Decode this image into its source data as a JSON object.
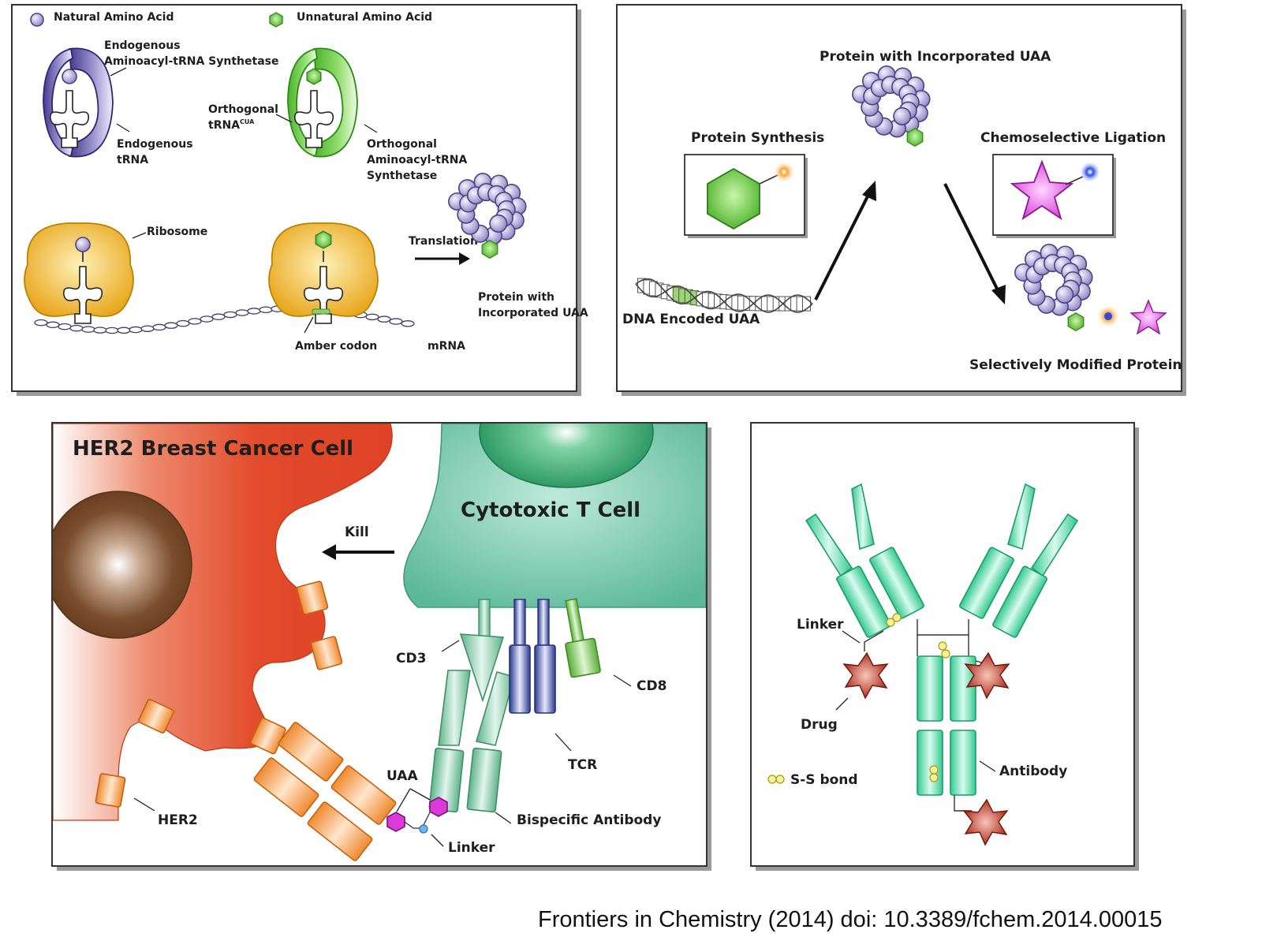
{
  "panel_a": {
    "legend_natural": "Natural Amino Acid",
    "legend_unnatural": "Unnatural Amino Acid",
    "endogenous_synthetase_line1": "Endogenous",
    "endogenous_synthetase_line2": "Aminoacyl-tRNA Synthetase",
    "endogenous_trna_line1": "Endogenous",
    "endogenous_trna_line2": "tRNA",
    "orthogonal_trna_line1": "Orthogonal",
    "orthogonal_trna_line2": "tRNA",
    "orthogonal_trna_sup": "CUA",
    "orthogonal_synth_line1": "Orthogonal",
    "orthogonal_synth_line2": "Aminoacyl-tRNA",
    "orthogonal_synth_line3": "Synthetase",
    "ribosome": "Ribosome",
    "translation": "Translation",
    "protein_line1": "Protein with",
    "protein_line2": "Incorporated UAA",
    "amber_codon": "Amber codon",
    "mrna": "mRNA"
  },
  "panel_b": {
    "protein_title": "Protein with Incorporated UAA",
    "protein_synthesis": "Protein Synthesis",
    "chemoselective_ligation": "Chemoselective Ligation",
    "dna_encoded": "DNA Encoded UAA",
    "modified_protein": "Selectively Modified Protein"
  },
  "panel_c": {
    "cancer_cell": "HER2 Breast Cancer Cell",
    "t_cell": "Cytotoxic T Cell",
    "kill": "Kill",
    "cd3": "CD3",
    "cd8": "CD8",
    "tcr": "TCR",
    "uaa": "UAA",
    "bispecific": "Bispecific Antibody",
    "linker": "Linker",
    "her2": "HER2"
  },
  "panel_d": {
    "linker": "Linker",
    "drug": "Drug",
    "ss_bond": "S-S bond",
    "antibody": "Antibody"
  },
  "citation": "Frontiers in Chemistry (2014) doi: 10.3389/fchem.2014.00015",
  "colors": {
    "natural_aa": "#a79fd0",
    "unnatural_aa": "#8ed06a",
    "ribosome": "#f0b62a",
    "cancer_cell": "#e24b2b",
    "nucleus": "#7a4d2e",
    "t_cell": "#6cc4a8",
    "antibody": "#3fd9a0",
    "her2": "#f08a3a",
    "tcr": "#3a4aa0",
    "drug": "#b83020",
    "star": "#e15de6"
  }
}
